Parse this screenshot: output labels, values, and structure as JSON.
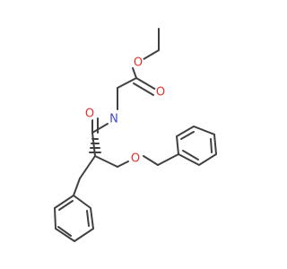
{
  "atoms": {
    "ester_o_single": {
      "symbol": "O",
      "color": "#e8312c"
    },
    "ester_o_double": {
      "symbol": "O",
      "color": "#e8312c"
    },
    "amide_n": {
      "symbol": "N",
      "color": "#3b4bd6"
    },
    "amide_o": {
      "symbol": "O",
      "color": "#e8312c"
    },
    "ether_o": {
      "symbol": "O",
      "color": "#e8312c"
    }
  },
  "colors": {
    "bond": "#404040",
    "oxygen": "#e8312c",
    "nitrogen": "#3b4bd6",
    "background": "#ffffff"
  }
}
